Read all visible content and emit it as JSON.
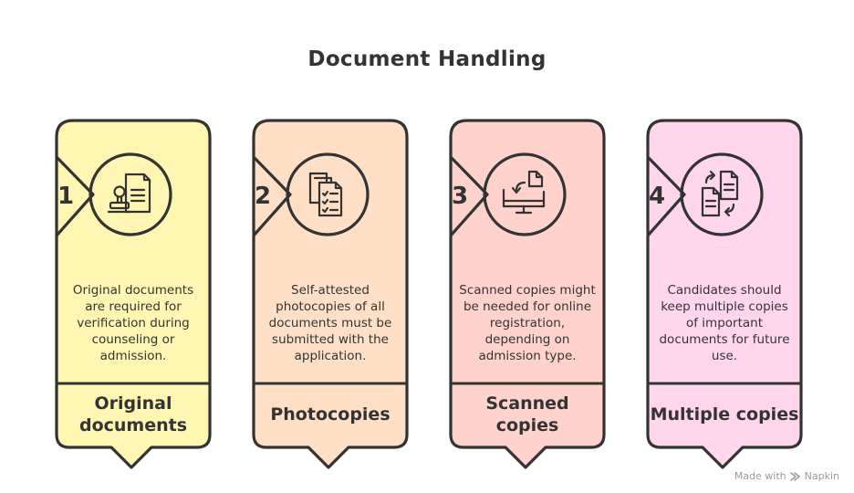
{
  "title": "Document Handling",
  "cards": [
    {
      "number": "1",
      "icon": "stamped-document-icon",
      "description": "Original documents are required for verification during counseling or admission.",
      "label": "Original documents",
      "color": "#fff6b3"
    },
    {
      "number": "2",
      "icon": "photocopies-icon",
      "description": "Self-attested photocopies of all documents must be submitted with the application.",
      "label": "Photocopies",
      "color": "#ffe0c6"
    },
    {
      "number": "3",
      "icon": "scanned-document-icon",
      "description": "Scanned copies might be needed for online registration, depending on admission type.",
      "label": "Scanned copies",
      "color": "#ffd3cc"
    },
    {
      "number": "4",
      "icon": "multiple-copies-icon",
      "description": "Candidates should keep multiple copies of important documents for future use.",
      "label": "Multiple copies",
      "color": "#ffd6ec"
    }
  ],
  "credit": {
    "prefix": "Made with",
    "brand": "Napkin",
    "icon": "napkin-logo-icon"
  }
}
